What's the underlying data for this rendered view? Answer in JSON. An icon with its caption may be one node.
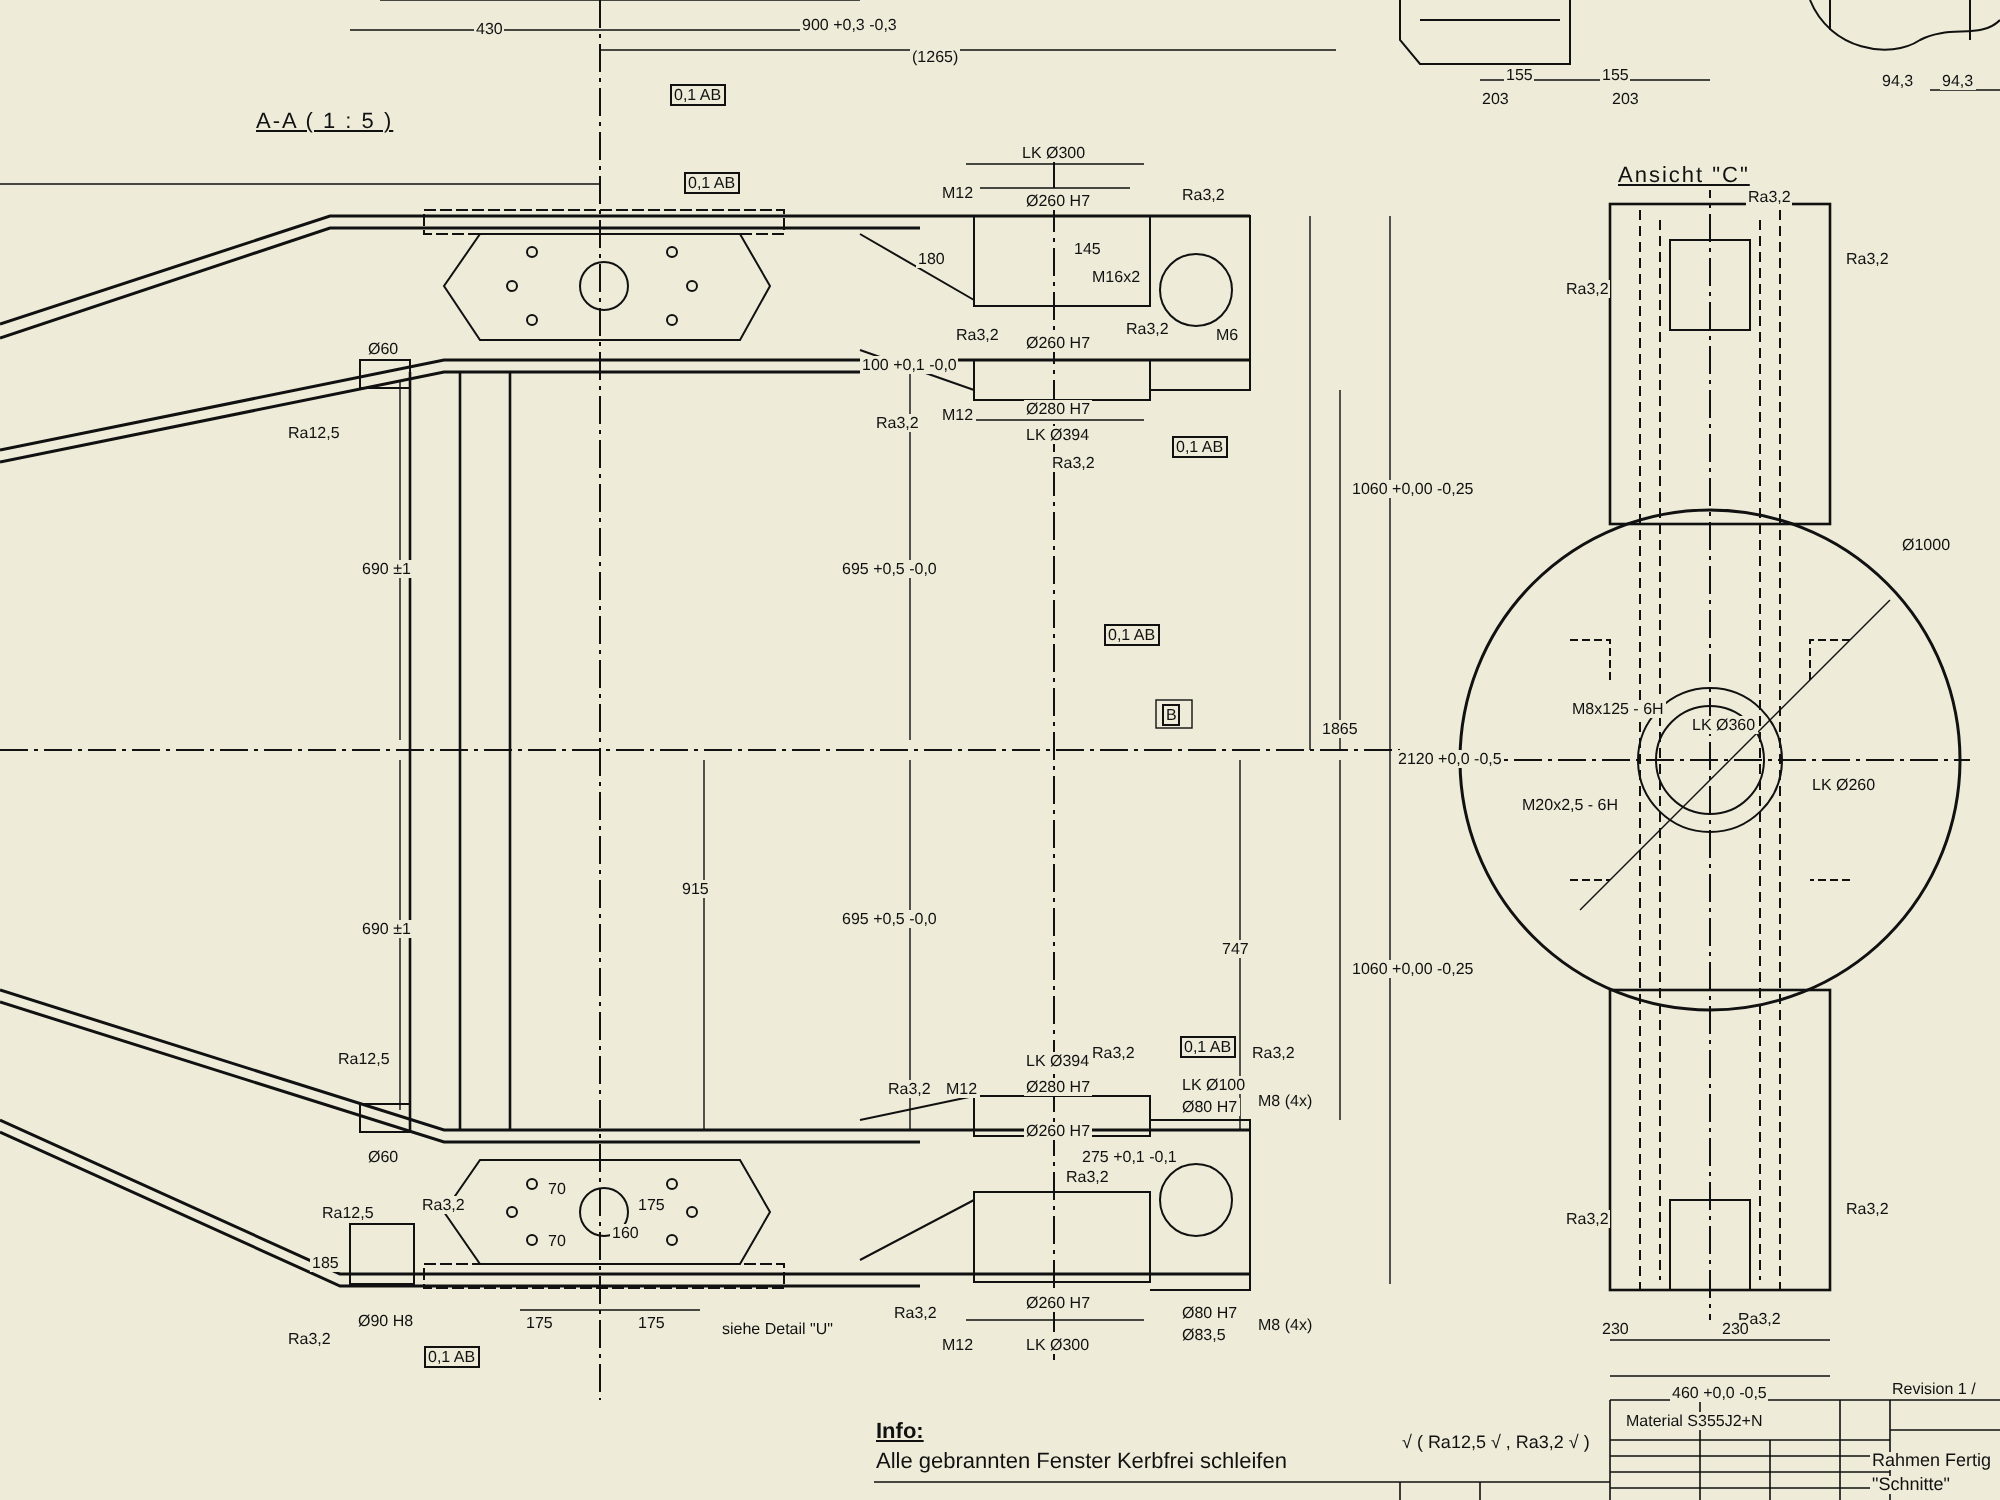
{
  "diagram": {
    "labels": [
      "430",
      "900 +0,3 -0,3",
      "(1265)",
      "0,1 AB",
      "155",
      "155",
      "203",
      "203",
      "94,3",
      "94,3",
      "A-A ( 1 : 5 )",
      "0,1 AB",
      "Ra12,5",
      "Ø60",
      "M12",
      "LK Ø300",
      "Ø260 H7",
      "Ra3,2",
      "180",
      "145",
      "M16x2",
      "Ra3,2",
      "Ra3,2",
      "M6",
      "100 +0,1 -0,0",
      "Ø260 H7",
      "Ra3,2",
      "M12",
      "Ø280 H7",
      "LK Ø394",
      "Ra3,2",
      "0,1 AB",
      "Ansicht \"C\"",
      "Ra3,2",
      "Ra3,2",
      "Ra3,2",
      "Ø1000",
      "M8x125 - 6H",
      "M20x2,5 - 6H",
      "LK Ø360",
      "LK Ø260",
      "690 ±1",
      "695 +0,5 -0,0",
      "0,1 AB",
      "B",
      "1865",
      "2120 +0,0 -0,5",
      "690 ±1",
      "695 +0,5 -0,0",
      "747",
      "915",
      "1060 +0,00 -0,25",
      "1060 +0,00 -0,25",
      "Ra12,5",
      "Ra3,2",
      "LK Ø394",
      "0,1 AB",
      "Ra3,2",
      "Ra3,2",
      "M12",
      "Ø280 H7",
      "LK Ø100",
      "Ø80 H7",
      "M8 (4x)",
      "Ø260 H7",
      "Ø60",
      "275 +0,1 -0,1",
      "Ra3,2",
      "175",
      "160",
      "70",
      "70",
      "Ra12,5",
      "Ra3,2",
      "185",
      "Ø90 H8",
      "Ra3,2",
      "0,1 AB",
      "175",
      "175",
      "siehe Detail \"U\"",
      "Ra3,2",
      "M12",
      "Ø260 H7",
      "LK Ø300",
      "Ø80 H7",
      "Ø83,5",
      "M8 (4x)",
      "Ra3,2",
      "230",
      "230",
      "460 +0,0 -0,5",
      "Revision 1 /",
      "Info:",
      "Alle gebrannten Fenster Kerbfrei schleifen",
      "√ ( Ra12,5 √ , Ra3,2 √ )",
      "Material  S355J2+N",
      "Rahmen Fertig",
      "\"Schnitte\"",
      "Ra3,2",
      "Ra3,2"
    ]
  }
}
